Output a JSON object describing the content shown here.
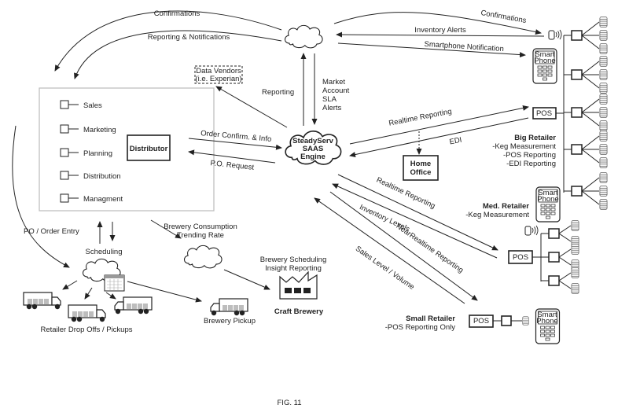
{
  "figure_label": "FIG. 11",
  "engine": {
    "line1": "SteadyServ",
    "line2": "SAAS",
    "line3": "Engine"
  },
  "distributor": {
    "title": "Distributor",
    "departments": [
      "Sales",
      "Marketing",
      "Planning",
      "Distribution",
      "Managment"
    ]
  },
  "data_vendors": {
    "line1": "Data Vendors",
    "line2": "(i.e. Experian)"
  },
  "home_office": {
    "line1": "Home",
    "line2": "Office"
  },
  "flows": {
    "confirmations_left": "Confirmations",
    "reporting_notifications": "Reporting & Notifications",
    "confirmations_right": "Confirmations",
    "inventory_alerts": "Inventory Alerts",
    "smartphone_notification": "Smartphone Notification",
    "reporting": "Reporting",
    "market_lines": [
      "Market",
      "Account",
      "SLA",
      "Alerts"
    ],
    "order_confirm": "Order Confirm. & Info",
    "po_request": "P.O. Request",
    "realtime_big": "Realtime Reporting",
    "edi": "EDI",
    "realtime_med": "Realtime Reporting",
    "inventory_levels": "Inventory Levels",
    "near_realtime": "NearRealtime Reporting",
    "sales_level": "Sales Level / Volume",
    "po_order_entry": "PO / Order Entry",
    "scheduling": "Scheduling",
    "brewery_consumption": {
      "line1": "Brewery Consumption",
      "line2": "Trending Rate"
    },
    "brewery_scheduling": {
      "line1": "Brewery Scheduling",
      "line2": "Insight Reporting"
    }
  },
  "big_retailer": {
    "title": "Big Retailer",
    "features": [
      "-Keg Measurement",
      "-POS Reporting",
      "-EDI Reporting"
    ],
    "pos": "POS"
  },
  "med_retailer": {
    "title": "Med. Retailer",
    "features": [
      "-Keg Measurement"
    ],
    "pos": "POS"
  },
  "small_retailer": {
    "title": "Small Retailer",
    "features": [
      "-POS Reporting Only"
    ],
    "pos": "POS"
  },
  "smartphone": {
    "line1": "Smart",
    "line2": "Phone"
  },
  "craft_brewery": "Craft Brewery",
  "retailer_dropoffs": "Retailer Drop Offs / Pickups",
  "brewery_pickup": "Brewery Pickup",
  "colors": {
    "ink": "#222222",
    "panel_border": "#bbbbbb",
    "keg_fill": "#bdbdbd"
  }
}
